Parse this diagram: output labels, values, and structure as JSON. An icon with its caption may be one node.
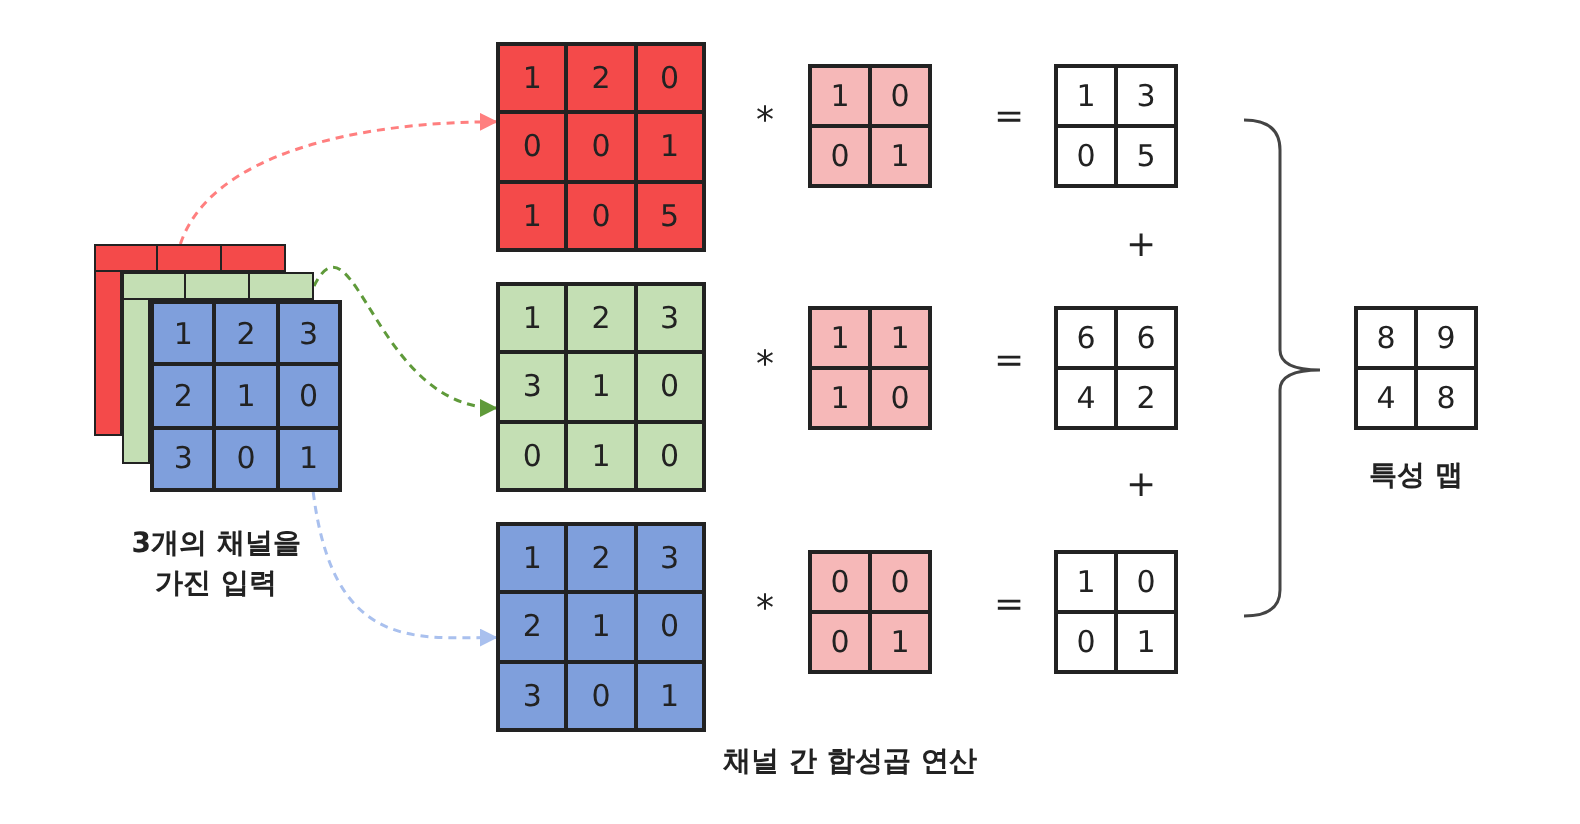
{
  "diagram": {
    "caption": "채널 간 합성곱 연산",
    "nodes": [
      {
        "text": [],
        "shape": "box"
      },
      {
        "text": [],
        "shape": "box"
      },
      {
        "text": [
          "1",
          "2",
          "3",
          "2",
          "1",
          "0",
          "3",
          "0",
          "1"
        ]
      },
      {
        "text": [
          "1",
          "2",
          "0",
          "0",
          "0",
          "1",
          "1",
          "0",
          "5"
        ]
      },
      {
        "text": [
          "1",
          "2",
          "3",
          "3",
          "1",
          "0",
          "0",
          "1",
          "0"
        ]
      },
      {
        "text": [
          "1",
          "2",
          "3",
          "2",
          "1",
          "0",
          "3",
          "0",
          "1"
        ]
      },
      {
        "text": [
          "1",
          "0",
          "0",
          "1"
        ]
      },
      {
        "text": [
          "1",
          "1",
          "1",
          "0"
        ]
      },
      {
        "text": [
          "0",
          "0",
          "0",
          "1"
        ]
      },
      {
        "text": [
          "1",
          "3",
          "0",
          "5"
        ]
      },
      {
        "text": [
          "6",
          "6",
          "4",
          "2"
        ]
      },
      {
        "text": [
          "1",
          "0",
          "0",
          "1"
        ]
      },
      {
        "text": [
          "8",
          "9",
          "4",
          "8"
        ],
        "beside": [
          "특성 맵"
        ]
      }
    ],
    "edges": [
      {
        "from": 0,
        "to": 3,
        "arrow": "to",
        "style": "dashed",
        "color": "#ff7f7f"
      },
      {
        "from": 1,
        "to": 4,
        "arrow": "to",
        "style": "dashed",
        "color": "#5f9a3a"
      },
      {
        "from": 2,
        "to": 5,
        "arrow": "to",
        "style": "dashed",
        "color": "#a9c0ee"
      }
    ],
    "labels": [
      "*",
      "=",
      "+",
      "*",
      "=",
      "+",
      "*",
      "=",
      "3개의 채널을 가진 입력"
    ]
  }
}
